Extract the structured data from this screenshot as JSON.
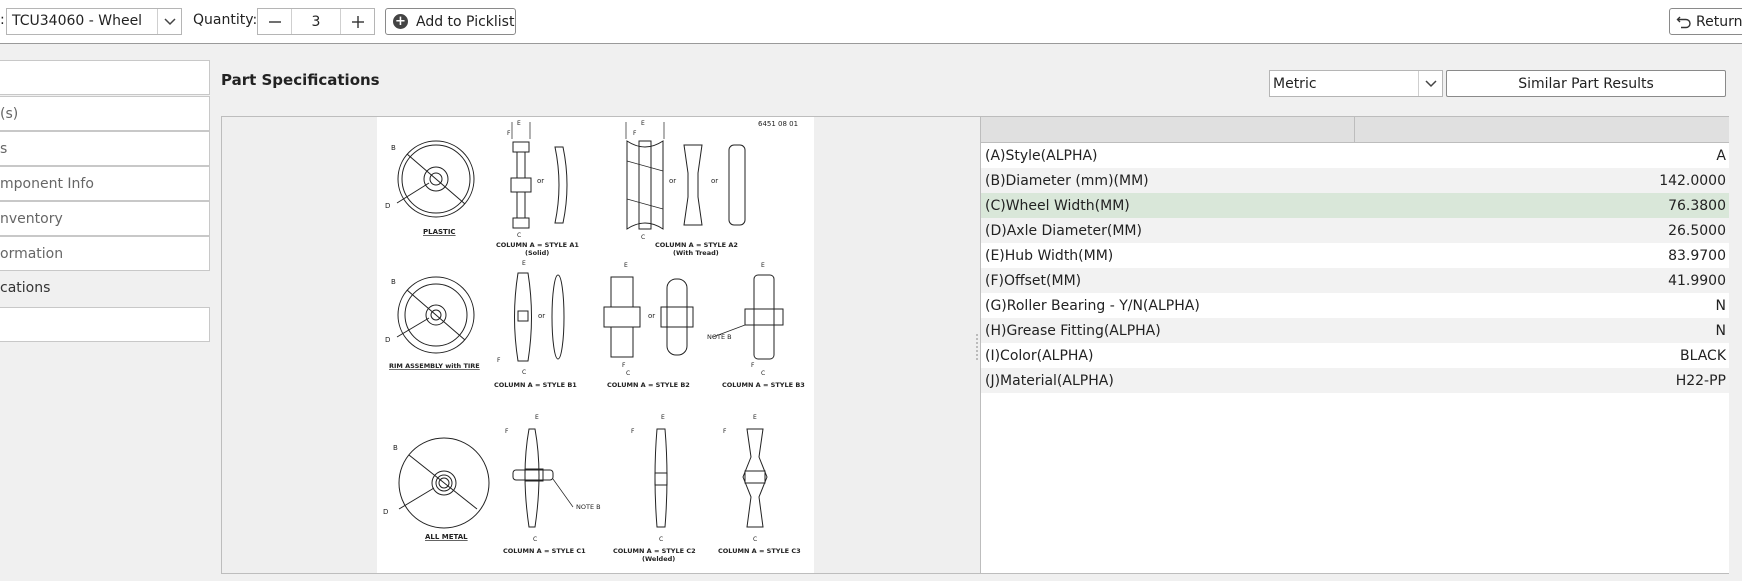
{
  "toolbar": {
    "part_prefix": ":",
    "part_value": "TCU34060 - Wheel",
    "quantity_label": "Quantity:",
    "quantity_value": "3",
    "add_picklist_label": "Add to Picklist",
    "return_label": "Return"
  },
  "nav": {
    "items": [
      {
        "label": ""
      },
      {
        "label": "(s)"
      },
      {
        "label": "s"
      },
      {
        "label": "mponent Info"
      },
      {
        "label": "nventory"
      },
      {
        "label": "ormation"
      },
      {
        "label": "cations"
      },
      {
        "label": ""
      }
    ]
  },
  "main": {
    "title": "Part Specifications",
    "unit_value": "Metric",
    "similar_label": "Similar Part Results"
  },
  "drawing": {
    "ref": "6451 08 01",
    "labels": {
      "plastic": "PLASTIC",
      "rim": "RIM ASSEMBLY with TIRE",
      "metal": "ALL METAL",
      "a1": "COLUMN A = STYLE  A1",
      "a1_sub": "(Solid)",
      "a2": "COLUMN A = STYLE  A2",
      "a2_sub": "(With Tread)",
      "b1": "COLUMN A = STYLE  B1",
      "b2": "COLUMN A = STYLE  B2",
      "b3": "COLUMN A = STYLE  B3",
      "c1": "COLUMN A = STYLE  C1",
      "c2": "COLUMN A = STYLE  C2",
      "c2_sub": "(Welded)",
      "c3": "COLUMN A = STYLE  C3",
      "or": "or",
      "note_b": "NOTE B",
      "B": "B",
      "D": "D",
      "E": "E",
      "F": "F",
      "C": "C"
    }
  },
  "specs": {
    "rows": [
      {
        "name": "(A)Style(ALPHA)",
        "value": "A"
      },
      {
        "name": "(B)Diameter (mm)(MM)",
        "value": "142.0000"
      },
      {
        "name": "(C)Wheel Width(MM)",
        "value": "76.3800"
      },
      {
        "name": "(D)Axle Diameter(MM)",
        "value": "26.5000"
      },
      {
        "name": "(E)Hub Width(MM)",
        "value": "83.9700"
      },
      {
        "name": "(F)Offset(MM)",
        "value": "41.9900"
      },
      {
        "name": "(G)Roller Bearing - Y/N(ALPHA)",
        "value": "N"
      },
      {
        "name": "(H)Grease Fitting(ALPHA)",
        "value": "N"
      },
      {
        "name": "(I)Color(ALPHA)",
        "value": "BLACK"
      },
      {
        "name": "(J)Material(ALPHA)",
        "value": "H22-PP"
      }
    ]
  }
}
